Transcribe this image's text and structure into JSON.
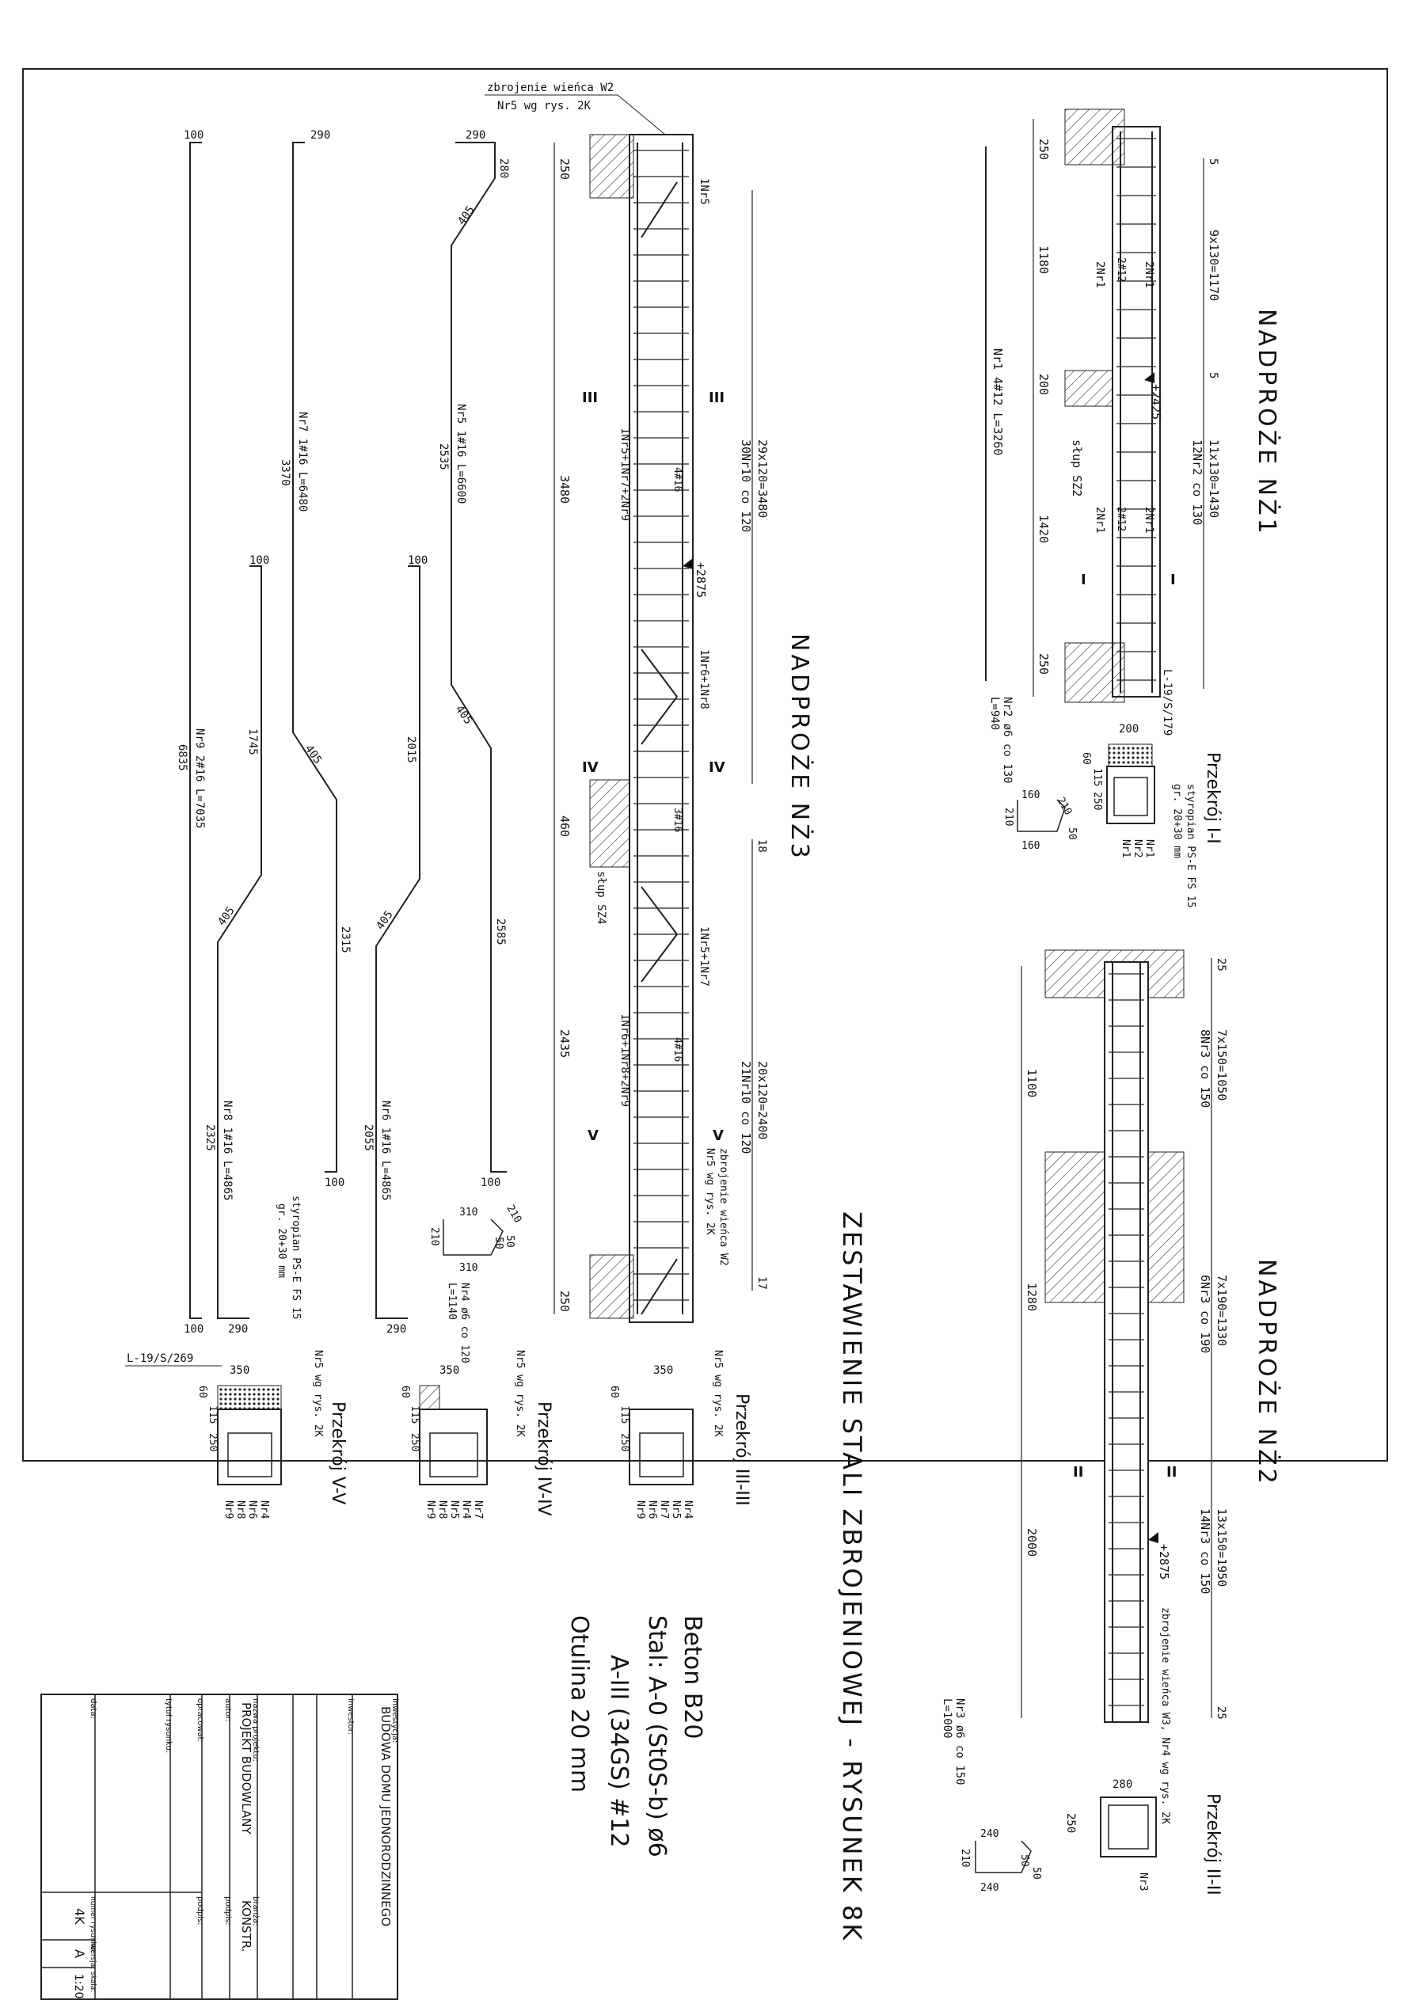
{
  "drawing": {
    "main_title": "ZESTAWIENIE STALI ZBROJENIOWEJ - RYSUNEK 8K",
    "materials": {
      "concrete": "Beton B20",
      "steel_a0": "Stal: A-0 (St0S-b) ø6",
      "steel_a3": "A-III (34GS) #12",
      "cover": "Otulina 20 mm"
    }
  },
  "nz1": {
    "title": "NADPROŻE NŻ1",
    "bar_nr1": "Nr1 4#12 L=3260",
    "bar_nr2": "Nr2 ø6 co 130",
    "bar_nr2_len": "L=940",
    "stirrups_a": "9x130=1170",
    "stirrups_b": "11x130=1430",
    "stirrups_b_label": "12Nr2 co 130",
    "dims": [
      "250",
      "1180",
      "200",
      "1420",
      "250"
    ],
    "elev": "+2425",
    "top_mark": "5",
    "mid_mark": "5",
    "post": "słup SZ2",
    "bar_labels": [
      "2Nr1",
      "2Nr1",
      "2Nr1",
      "2Nr1",
      "2#12",
      "2#12"
    ],
    "section_mark": "I",
    "section": {
      "title": "Przekrój I-I",
      "lintel": "L-19/S/179",
      "width": "200",
      "dims": [
        "60",
        "115",
        "250"
      ],
      "insulation": "styropian PS-E FS 15",
      "insulation2": "gr. 20+30 mm",
      "labels": [
        "Nr1",
        "Nr2",
        "Nr1"
      ]
    },
    "shape": {
      "a": "160",
      "b": "210",
      "c": "50",
      "d": "210",
      "e": "160"
    }
  },
  "nz2": {
    "title": "NADPROŻE NŻ2",
    "stirrups_a": "7x150=1050",
    "stirrups_a_label": "8Nr3 co 150",
    "stirrups_b": "7x190=1330",
    "stirrups_b_label": "6Nr3 co 190",
    "stirrups_c": "13x150=1950",
    "stirrups_c_label": "14Nr3 co 150",
    "dims": [
      "1100",
      "1280",
      "2000"
    ],
    "end_marks": [
      "25",
      "25"
    ],
    "elev": "+2875",
    "ring_note": "zbrojenie wieńca W3, Nr4 wg rys. 2K",
    "bar_nr3": "Nr3 ø6 co 150",
    "bar_nr3_len": "L=1000",
    "section_mark": "II",
    "section": {
      "title": "Przekrój II-II",
      "width": "280",
      "height": "250",
      "labels": [
        "Nr3"
      ]
    },
    "shape": {
      "a": "240",
      "b": "210",
      "c": "50",
      "d": "50",
      "e": "240"
    }
  },
  "nz3": {
    "title": "NADPROŻE NŻ3",
    "ring_top": "zbrojenie wieńca W2",
    "ring_top2": "Nr5 wg rys. 2K",
    "ring_bot": "zbrojenie wieńca W2",
    "ring_bot2": "Nr5 wg rys. 2K",
    "stirrups_a": "29x120=3480",
    "stirrups_a_label": "30Nr10 co 120",
    "stirrups_b": "20x120=2400",
    "stirrups_b_label": "21Nr10 co 120",
    "dims": [
      "250",
      "3480",
      "460",
      "2435",
      "250"
    ],
    "elev": "+2875",
    "post": "słup SZ4",
    "bar_labels": [
      "1Nr5",
      "1Nr5+1Nr7+2Nr9",
      "4#16",
      "1Nr6+1Nr8",
      "3#16",
      "1Nr5+1Nr7",
      "1Nr6+1Nr8+2Nr9",
      "4#16"
    ],
    "marks": [
      "18",
      "17"
    ],
    "section_marks": [
      "III",
      "IV",
      "V"
    ]
  },
  "bars": {
    "nr5": {
      "label": "Nr5 1#16 L=6600",
      "dims": [
        "290",
        "280",
        "405",
        "2535",
        "405",
        "2585",
        "100"
      ]
    },
    "nr7": {
      "label": "Nr7 1#16 L=6480",
      "dims": [
        "290",
        "3370",
        "405",
        "2315",
        "100"
      ]
    },
    "nr9": {
      "label": "Nr9 2#16 L=7035",
      "dims": [
        "100",
        "6835",
        "100"
      ]
    },
    "nr6": {
      "label": "Nr6 1#16 L=4865",
      "dims": [
        "100",
        "2015",
        "405",
        "2055",
        "290"
      ]
    },
    "nr8": {
      "label": "Nr8 1#16 L=4865",
      "dims": [
        "100",
        "1745",
        "405",
        "2325",
        "290"
      ]
    },
    "nr4": {
      "label": "Nr4 ø6 co 120",
      "len": "L=1140",
      "dims": [
        "310",
        "210",
        "50",
        "50",
        "210",
        "310"
      ]
    }
  },
  "sections": {
    "s3": {
      "title": "Przekrój III-III",
      "width": "350",
      "dims": [
        "60",
        "115",
        "250"
      ],
      "note": "Nr5 wg rys. 2K",
      "labels": [
        "Nr9",
        "Nr6",
        "Nr7",
        "Nr5",
        "Nr4"
      ]
    },
    "s4": {
      "title": "Przekrój IV-IV",
      "width": "350",
      "dims": [
        "60",
        "115",
        "250"
      ],
      "note": "Nr5 wg rys. 2K",
      "labels": [
        "Nr9",
        "Nr8",
        "Nr5",
        "Nr4",
        "Nr7"
      ]
    },
    "s5": {
      "title": "Przekrój V-V",
      "width": "350",
      "dims": [
        "60",
        "115",
        "250"
      ],
      "note": "Nr5 wg rys. 2K",
      "lintel": "L-19/S/269",
      "insulation": "styropian PS-E FS 15",
      "insulation2": "gr. 20+30 mm",
      "labels": [
        "Nr9",
        "Nr8",
        "Nr6",
        "Nr4"
      ]
    }
  },
  "title_block": {
    "investor_label": "inwestycja:",
    "investor": "BUDOWA DOMU JEDNORODZINNEGO",
    "client_label": "inwestor:",
    "project_label": "nazwa projektu:",
    "project": "PROJEKT BUDOWLANY",
    "branch_label": "branża:",
    "branch": "KONSTR.",
    "author_label": "autor:",
    "designer_label": "opracował:",
    "sign_label": "podpis:",
    "sign_label2": "podpis:",
    "sheet_title_label": "tytuł rysunku:",
    "date_label": "data:",
    "number_label": "numer rysunku:",
    "number": "4K",
    "version_label": "wersja:",
    "version": "A",
    "scale_label": "skala:",
    "scale": "1:20"
  }
}
